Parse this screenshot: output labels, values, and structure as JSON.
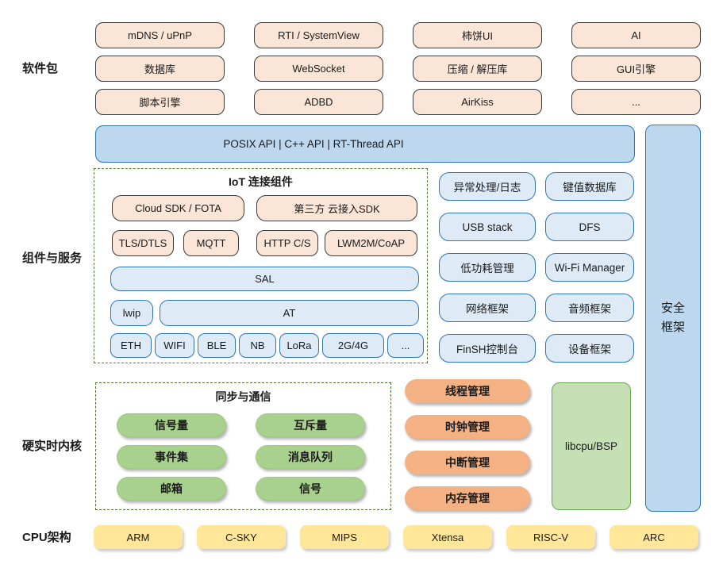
{
  "sections": {
    "software_packages": "软件包",
    "components_services": "组件与服务",
    "kernel": "硬实时内核",
    "cpu_arch": "CPU架构"
  },
  "packages": [
    "mDNS / uPnP",
    "RTI / SystemView",
    "柿饼UI",
    "AI",
    "数据库",
    "WebSocket",
    "压缩 / 解压库",
    "GUI引擎",
    "脚本引擎",
    "ADBD",
    "AirKiss",
    "..."
  ],
  "api_bar": "POSIX API  |  C++ API  |  RT-Thread API",
  "iot": {
    "title": "IoT 连接组件",
    "cloud": [
      "Cloud SDK / FOTA",
      "第三方 云接入SDK"
    ],
    "protocols": [
      "TLS/DTLS",
      "MQTT",
      "HTTP C/S",
      "LWM2M/CoAP"
    ],
    "sal": "SAL",
    "lwip": "lwip",
    "at": "AT",
    "links": [
      "ETH",
      "WIFI",
      "BLE",
      "NB",
      "LoRa",
      "2G/4G",
      "..."
    ]
  },
  "services": {
    "left": [
      "异常处理/日志",
      "USB stack",
      "低功耗管理",
      "网络框架",
      "FinSH控制台"
    ],
    "right": [
      "键值数据库",
      "DFS",
      "Wi-Fi Manager",
      "音频框架",
      "设备框架"
    ]
  },
  "security": [
    "安全",
    "框架"
  ],
  "sync": {
    "title": "同步与通信",
    "items": [
      "信号量",
      "互斥量",
      "事件集",
      "消息队列",
      "邮箱",
      "信号"
    ]
  },
  "mgmt": [
    "线程管理",
    "时钟管理",
    "中断管理",
    "内存管理"
  ],
  "libcpu": "libcpu/BSP",
  "cpu": [
    "ARM",
    "C-SKY",
    "MIPS",
    "Xtensa",
    "RISC-V",
    "ARC"
  ],
  "colors": {
    "peach_fill": "#FBE5D6",
    "peach_border": "#3B3B3B",
    "blue_light": "#DEEBF7",
    "blue_mid": "#BDD7EE",
    "blue_border": "#2E75B6",
    "green_pill": "#A9D18E",
    "green_fill": "#C5E0B4",
    "green_border": "#6AA84F",
    "dash_green": "#548235",
    "orange_pill": "#F4B183",
    "yellow_fill": "#FFE699",
    "ink": "#1A1A1A"
  }
}
